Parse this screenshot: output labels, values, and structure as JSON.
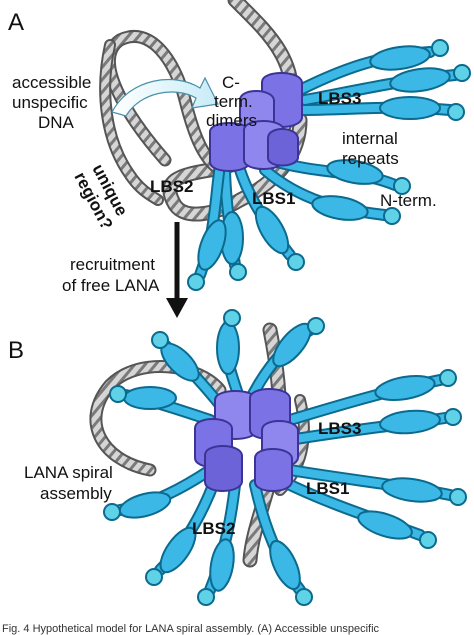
{
  "panels": {
    "a": "A",
    "b": "B"
  },
  "labels": {
    "accessible_1": "accessible",
    "accessible_2": "unspecific",
    "accessible_3": "DNA",
    "cterm_1": "C-",
    "cterm_2": "term.",
    "cterm_3": "dimers",
    "lbs3_a": "LBS3",
    "internal_1": "internal",
    "internal_2": "repeats",
    "lbs2_a": "LBS2",
    "lbs1_a": "LBS1",
    "nterm": "N-term.",
    "unique_1": "unique",
    "unique_2": "region?",
    "recruit_1": "recruitment",
    "recruit_2": "of free LANA",
    "lbs3_b": "LBS3",
    "spiral_1": "LANA spiral",
    "spiral_2": "assembly",
    "lbs1_b": "LBS1",
    "lbs2_b": "LBS2"
  },
  "caption": "Fig. 4   Hypothetical model for LANA spiral assembly. (A) Accessible unspecific",
  "colors": {
    "protein_blue": "#3bb8e6",
    "protein_dark": "#0b6a8e",
    "dimer_purple": "#7b72e6",
    "dimer_dark": "#3b3396",
    "dna_gray": "#b8b8b8",
    "arrow_fill": "#dff3fb"
  }
}
